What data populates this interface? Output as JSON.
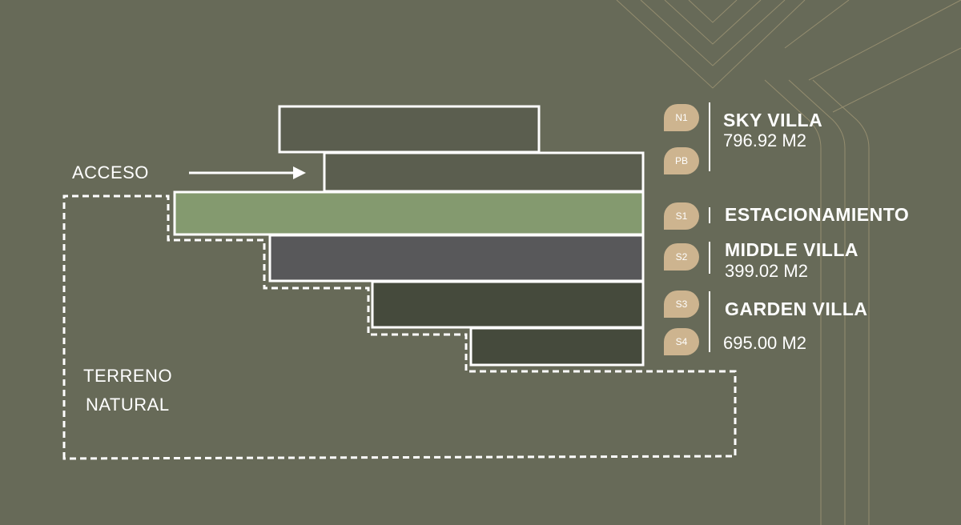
{
  "labels": {
    "access": "ACCESO",
    "terrain_line1": "TERRENO",
    "terrain_line2": "NATURAL"
  },
  "badges": [
    {
      "code": "N1"
    },
    {
      "code": "PB"
    },
    {
      "code": "S1"
    },
    {
      "code": "S2"
    },
    {
      "code": "S3"
    },
    {
      "code": "S4"
    }
  ],
  "villas": [
    {
      "name": "SKY VILLA",
      "area": "796.92 M2"
    },
    {
      "name": "ESTACIONAMIENTO",
      "area": ""
    },
    {
      "name": "MIDDLE VILLA",
      "area": "399.02 M2"
    },
    {
      "name": "GARDEN VILLA",
      "area": "695.00 M2"
    }
  ],
  "levels": [
    {
      "level": "N1",
      "color": "#5b5e4f"
    },
    {
      "level": "PB",
      "color": "#5b5e4f"
    },
    {
      "level": "S1",
      "color": "#849a6f"
    },
    {
      "level": "S2",
      "color": "#58585a"
    },
    {
      "level": "S3",
      "color": "#454a3c"
    },
    {
      "level": "S4",
      "color": "#454a3c"
    }
  ],
  "colors": {
    "background": "#676a58",
    "badge": "#cdb48f",
    "outline": "#ffffff",
    "decor_lines": "#a89c79"
  }
}
